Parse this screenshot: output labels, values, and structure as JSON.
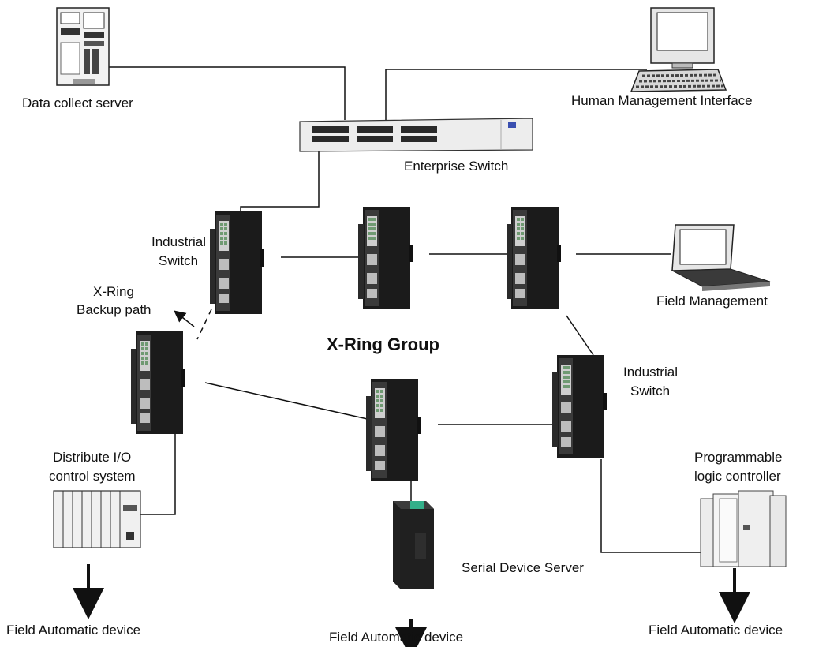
{
  "title": "X-Ring Group",
  "colors": {
    "line": "#111111",
    "switch_body": "#1c1c1c",
    "switch_face": "#cfcfcf",
    "port_green": "#6f9a72",
    "device_light": "#ececec"
  },
  "nodes": {
    "data_server": {
      "label": "Data collect server",
      "icon": "server-tower-icon"
    },
    "hmi": {
      "label": "Human Management Interface",
      "icon": "desktop-computer-icon"
    },
    "enterprise_switch": {
      "label": "Enterprise Switch",
      "icon": "rack-switch-icon"
    },
    "industrial_switch_top": {
      "label_lines": [
        "Industrial",
        "Switch"
      ],
      "icon": "din-rail-switch-icon"
    },
    "industrial_switch_right": {
      "label_lines": [
        "Industrial",
        "Switch"
      ],
      "icon": "din-rail-switch-icon"
    },
    "field_management": {
      "label": "Field Management",
      "icon": "laptop-icon"
    },
    "backup_path": {
      "label_lines": [
        "X-Ring",
        "Backup path"
      ]
    },
    "distribute_io": {
      "label_lines": [
        "Distribute I/O",
        "control system"
      ],
      "icon": "io-rack-icon"
    },
    "plc": {
      "label_lines": [
        "Programmable",
        "logic controller"
      ],
      "icon": "plc-cabinet-icon"
    },
    "serial_server": {
      "label": "Serial Device Server",
      "icon": "serial-server-icon"
    }
  },
  "field_devices": [
    {
      "label": "Field Automatic device"
    },
    {
      "label": "Field Automatic device"
    },
    {
      "label": "Field Automatic device"
    }
  ]
}
